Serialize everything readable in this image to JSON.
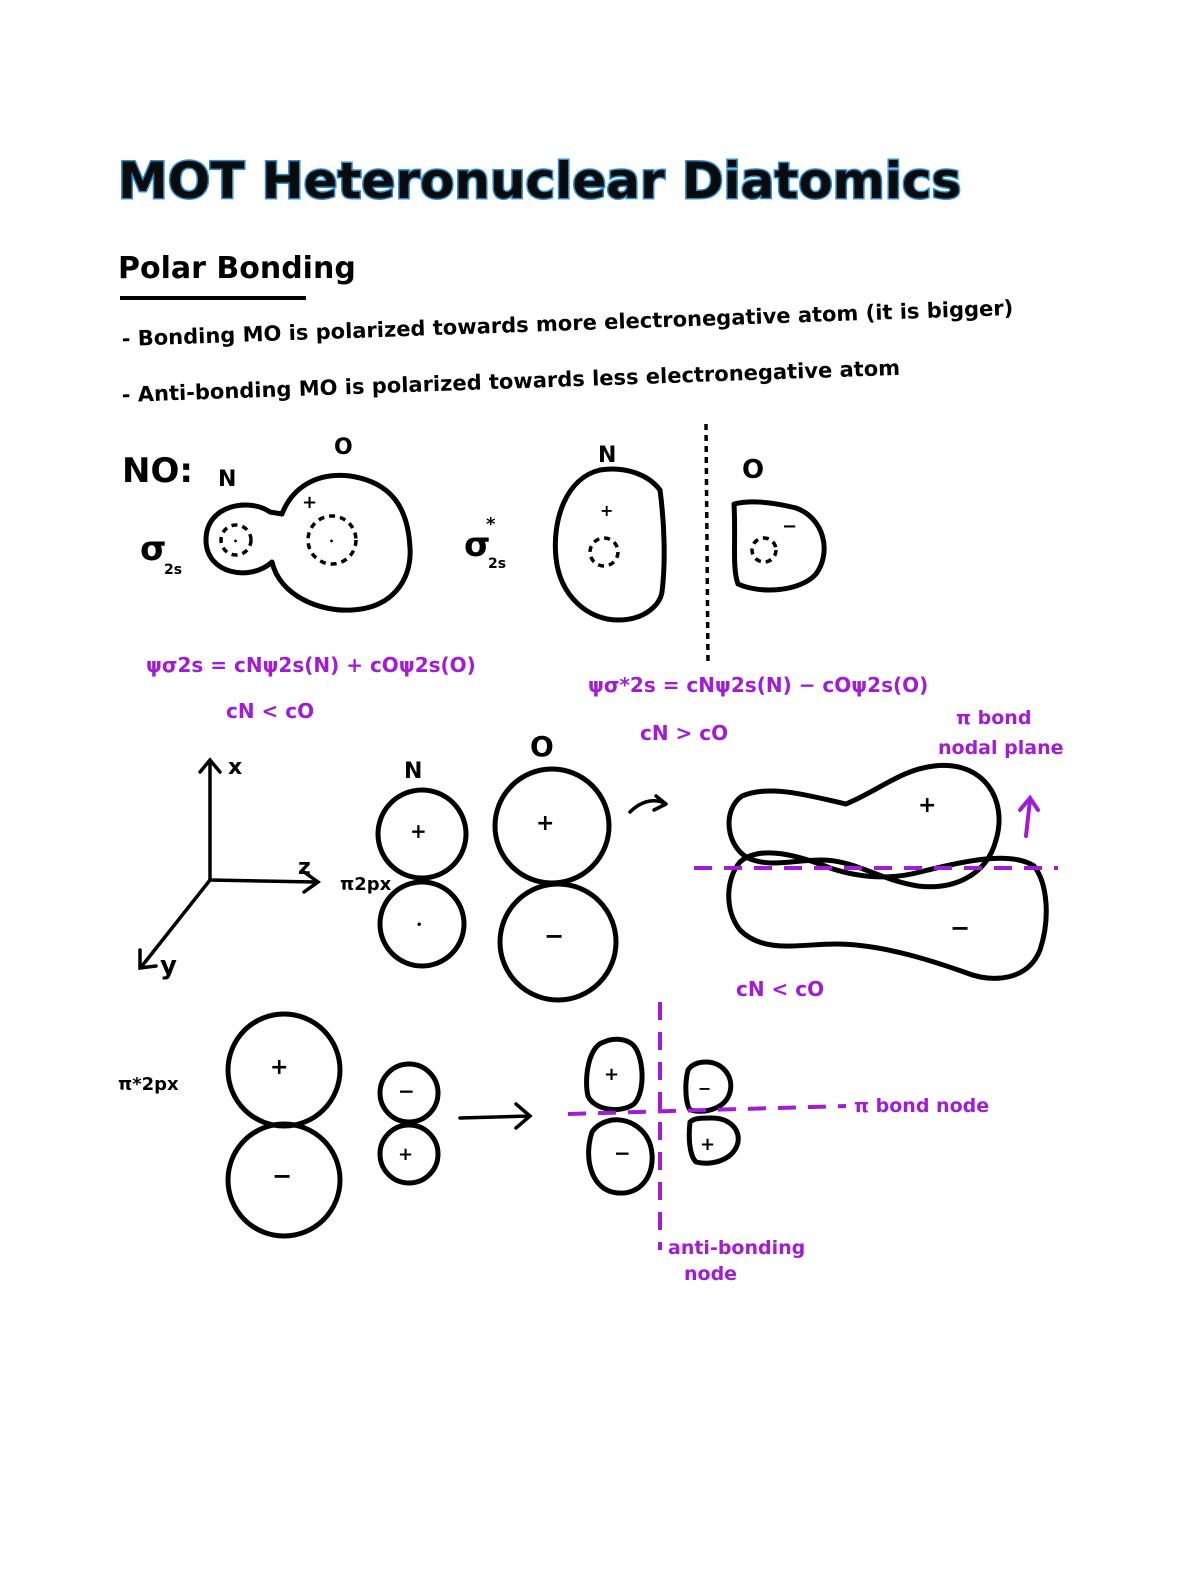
{
  "title": "MOT Heteronuclear Diatomics",
  "section": "Polar Bonding",
  "bullets": [
    "- Bonding MO is polarized towards more electronegative atom (it is bigger)",
    "- Anti-bonding MO is polarized towards less electronegative atom"
  ],
  "molecule": "NO:",
  "atoms": {
    "n": "N",
    "o": "O"
  },
  "signs": {
    "plus": "+",
    "minus": "−",
    "dot": "•"
  },
  "sigma": {
    "bonding_label": "σ",
    "bonding_sub": "2s",
    "anti_label": "σ",
    "anti_sup": "*",
    "anti_sub": "2s",
    "eq_bonding": "ψσ2s = cNψ2s(N) + cOψ2s(O)",
    "rel_bonding": "cN < cO",
    "eq_anti": "ψσ*2s = cNψ2s(N) − cOψ2s(O)",
    "rel_anti": "cN > cO"
  },
  "axes": {
    "x": "x",
    "y": "y",
    "z": "z"
  },
  "pi": {
    "bonding_label": "π2px",
    "anti_label": "π*2px",
    "note_nodal_1": "π bond",
    "note_nodal_2": "nodal plane",
    "rel_pi": "cN < cO",
    "note_pi_node": "π bond node",
    "note_anti_1": "anti-bonding",
    "note_anti_2": "node"
  }
}
